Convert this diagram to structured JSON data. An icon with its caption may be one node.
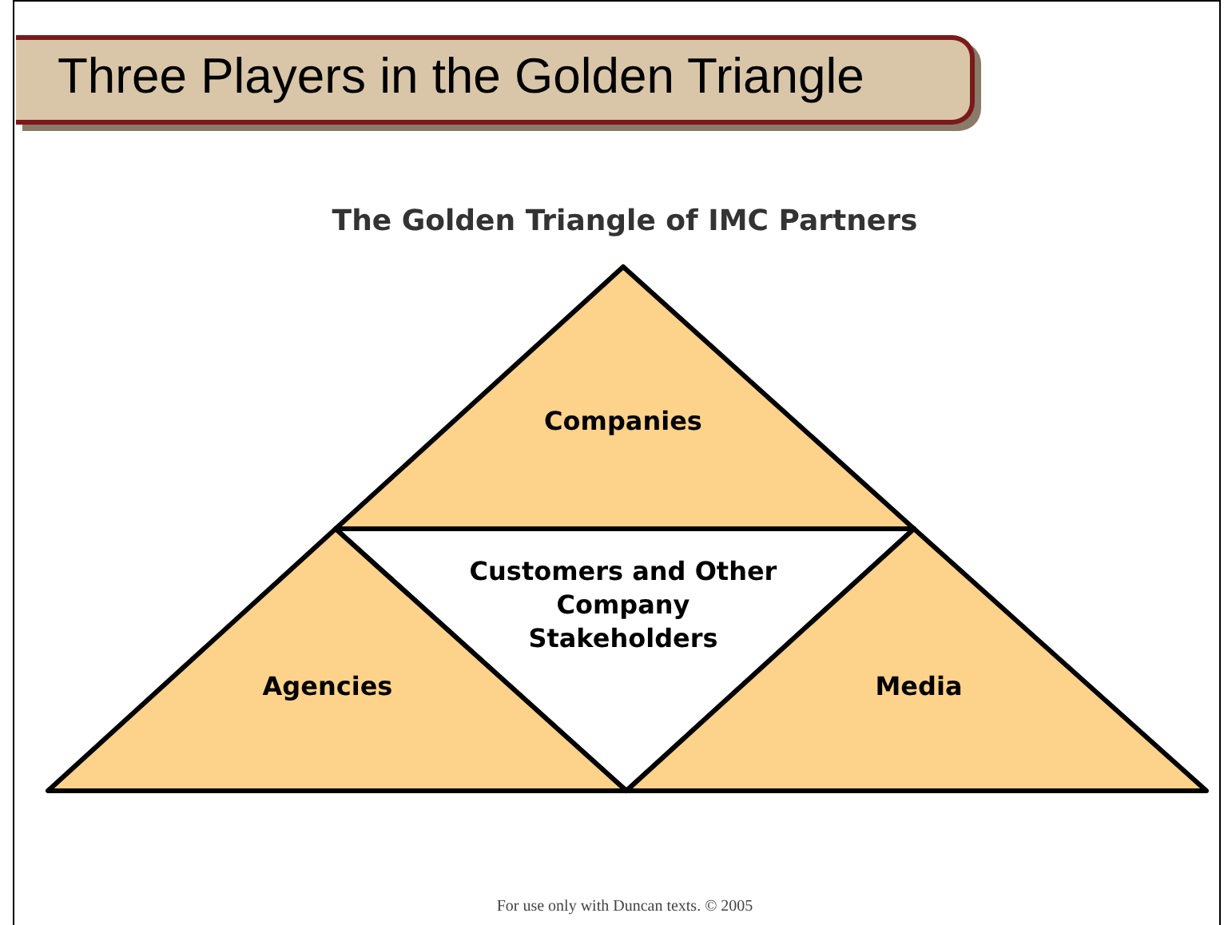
{
  "diagram": {
    "title": "Three Players in the Golden Triangle",
    "nodes": [
      {
        "text": [
          "Companies"
        ]
      },
      {
        "text": [
          "Customers and Other Company Stakeholders"
        ]
      },
      {
        "text": [
          "Agencies"
        ]
      },
      {
        "text": [
          "Media"
        ]
      }
    ],
    "labels": [
      "The Golden Triangle of IMC Partners",
      "For use only with Duncan texts. © 2005"
    ]
  }
}
